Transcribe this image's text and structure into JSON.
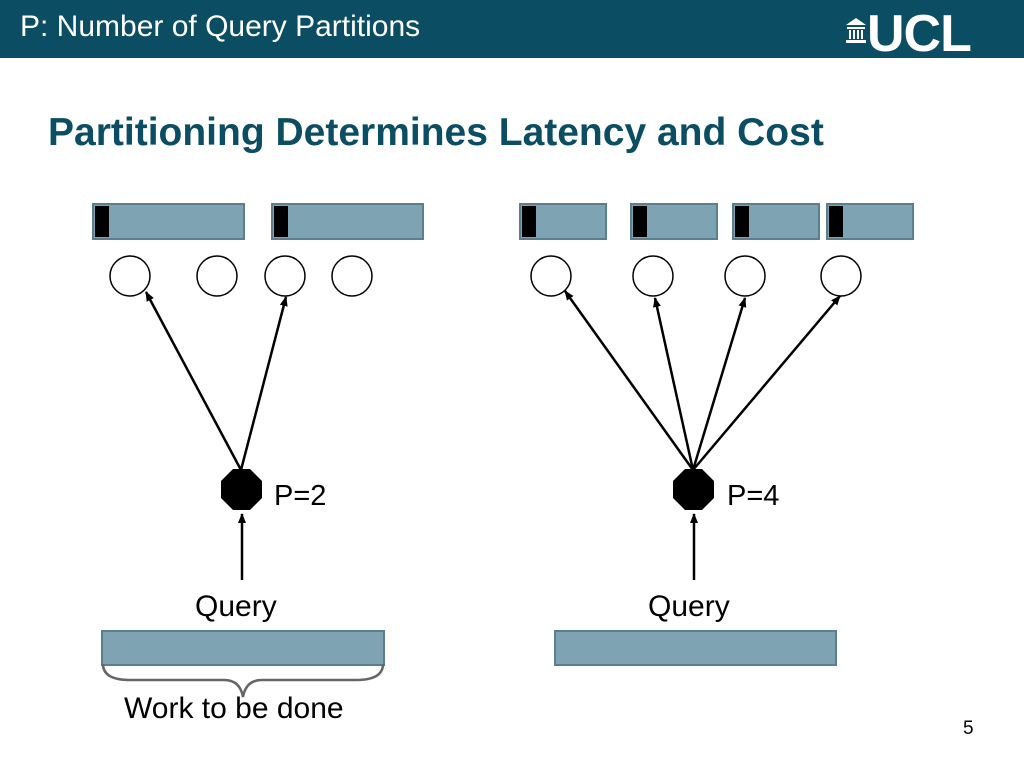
{
  "header": {
    "title": "P: Number of Query Partitions",
    "logo_text": "UCL"
  },
  "slide": {
    "title": "Partitioning Determines Latency and Cost",
    "page_number": "5"
  },
  "diagram": {
    "left": {
      "partition_label": "P=2",
      "query_label": "Query",
      "work_label": "Work to be done"
    },
    "right": {
      "partition_label": "P=4",
      "query_label": "Query"
    }
  },
  "colors": {
    "header_bg": "#0b4d62",
    "title_color": "#0b4d62",
    "bar_fill": "#7ea3b2",
    "bar_border": "#5a7f8e"
  }
}
